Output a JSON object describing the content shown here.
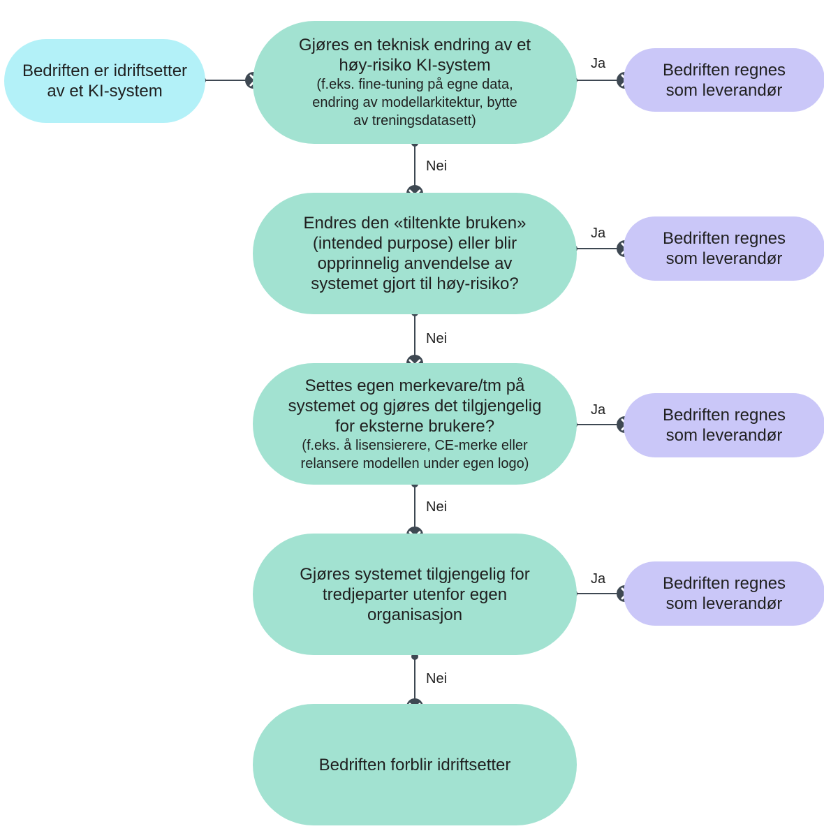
{
  "start": {
    "line1": "Bedriften er idriftsetter",
    "line2": "av et KI-system"
  },
  "questions": [
    {
      "main": [
        "Gjøres en teknisk endring av et",
        "høy-risiko KI-system"
      ],
      "sub": [
        "(f.eks. fine-tuning på egne data,",
        "endring av modellarkitektur, bytte",
        "av treningsdatasett)"
      ]
    },
    {
      "main": [
        "Endres den «tiltenkte bruken»",
        "(intended purpose) eller blir",
        "opprinnelig anvendelse av",
        "systemet gjort til høy-risiko?"
      ],
      "sub": []
    },
    {
      "main": [
        "Settes egen merkevare/tm på",
        "systemet og gjøres det tilgjengelig",
        "for eksterne brukere?"
      ],
      "sub": [
        "(f.eks. å lisensierere, CE-merke eller",
        "relansere modellen under egen logo)"
      ]
    },
    {
      "main": [
        "Gjøres systemet tilgjengelig for",
        "tredjeparter utenfor egen",
        "organisasjon"
      ],
      "sub": []
    }
  ],
  "outcome": {
    "line1": "Bedriften regnes",
    "line2": "som leverandør"
  },
  "end": {
    "text": "Bedriften forblir idriftsetter"
  },
  "yes_label": "Ja",
  "no_label": "Nei",
  "colors": {
    "start": "#b3f1f8",
    "question": "#a2e2d1",
    "outcome": "#cac7f8",
    "connector": "#3e4852"
  }
}
